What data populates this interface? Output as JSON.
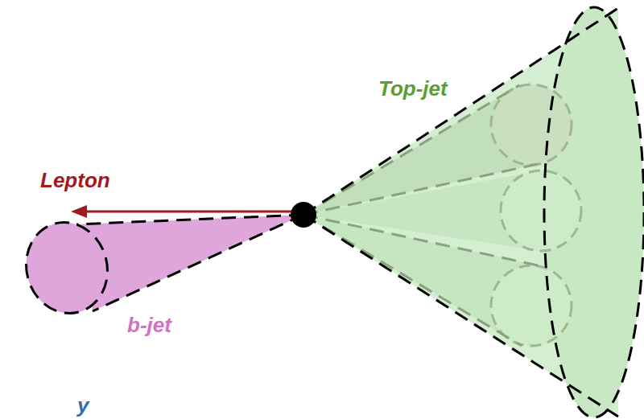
{
  "diagram": {
    "labels": [
      "Lepton",
      "Top-jet",
      "b-jet",
      "y"
    ]
  }
}
